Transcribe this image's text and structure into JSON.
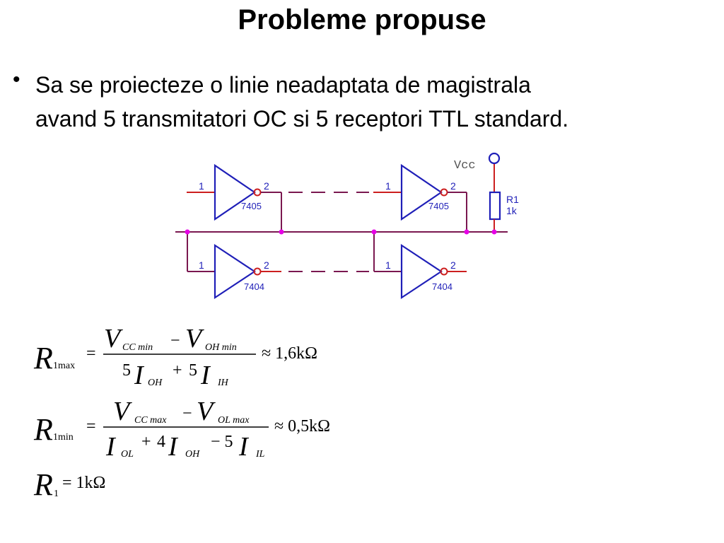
{
  "slide": {
    "title": "Probleme propuse",
    "bullet": "•",
    "text_line1": "Sa se proiecteze o linie neadaptata de magistrala",
    "text_line2": "avand 5 transmitatori OC si 5 receptori TTL standard."
  },
  "circuit": {
    "vcc_label": "Vcc",
    "resistor_name": "R1",
    "resistor_value": "1k",
    "gates": [
      {
        "pin_in": "1",
        "pin_out": "2",
        "part": "7405"
      },
      {
        "pin_in": "1",
        "pin_out": "2",
        "part": "7405"
      },
      {
        "pin_in": "1",
        "pin_out": "2",
        "part": "7404"
      },
      {
        "pin_in": "1",
        "pin_out": "2",
        "part": "7404"
      }
    ],
    "colors": {
      "gate": "#1f1fb8",
      "wire": "#7a1850",
      "pin": "#cc1f1f",
      "junction": "#e600e6",
      "dashed": "#7a1850"
    }
  },
  "equations": {
    "eq1": {
      "R": "R",
      "sub": "1max",
      "eq": "=",
      "num_V1": "V",
      "num_V1_sub": "CC min",
      "minus": "−",
      "num_V2": "V",
      "num_V2_sub": "OH min",
      "den_c1": "5",
      "den_I1": "I",
      "den_I1_sub": "OH",
      "plus": "+",
      "den_c2": "5",
      "den_I2": "I",
      "den_I2_sub": "IH",
      "result": "≈ 1,6kΩ"
    },
    "eq2": {
      "R": "R",
      "sub": "1min",
      "eq": "=",
      "num_V1": "V",
      "num_V1_sub": "CC max",
      "minus": "−",
      "num_V2": "V",
      "num_V2_sub": "OL max",
      "den_I1": "I",
      "den_I1_sub": "OL",
      "plus": "+",
      "den_c2": "4",
      "den_I2": "I",
      "den_I2_sub": "OH",
      "minus2": "− 5",
      "den_I3": "I",
      "den_I3_sub": "IL",
      "result": "≈ 0,5kΩ"
    },
    "eq3": {
      "R": "R",
      "sub": "1",
      "result": "= 1kΩ"
    }
  }
}
